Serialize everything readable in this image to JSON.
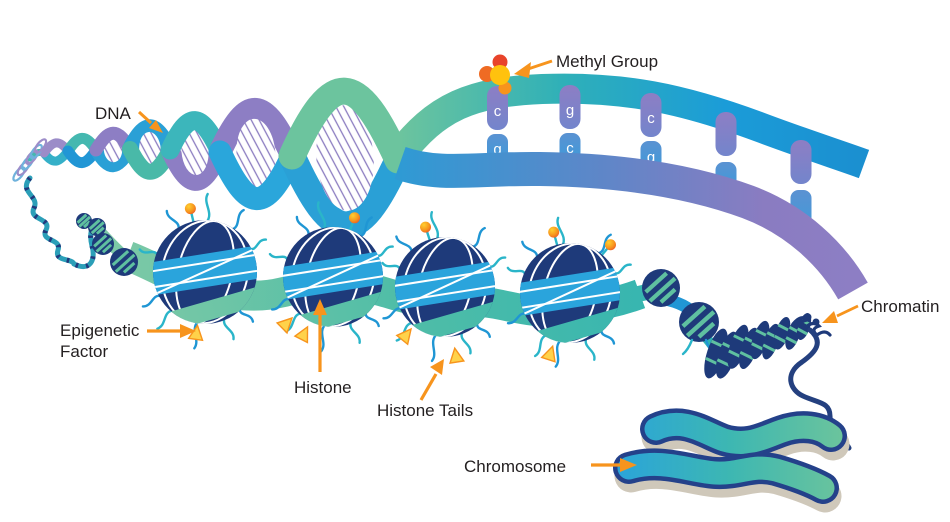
{
  "figure": {
    "type": "biology-diagram",
    "subject": "Epigenetics: DNA methylation, histones, chromatin and chromosome"
  },
  "labels": {
    "dna": "DNA",
    "methyl_group": "Methyl Group",
    "epigenetic_factor": [
      "Epigenetic",
      "Factor"
    ],
    "histone": "Histone",
    "histone_tails": "Histone Tails",
    "chromatin": "Chromatin",
    "chromosome": "Chromosome"
  },
  "dna_ladder": {
    "rungs": [
      {
        "top": "c",
        "bottom": "g"
      },
      {
        "top": "g",
        "bottom": "c"
      },
      {
        "top": "c",
        "bottom": "g"
      },
      {
        "top": "",
        "bottom": ""
      },
      {
        "top": "",
        "bottom": ""
      }
    ]
  },
  "colors": {
    "arrow": "#F7941D",
    "label_text": "#231F20",
    "dna_teal": "#2FB3B8",
    "dna_blue": "#1E9AD6",
    "dna_purple": "#8D7EC4",
    "histone_navy": "#1E3A7A",
    "histone_blue": "#2AA4DC",
    "ribbon_green": "#5FC0A0",
    "methyl_yellow": "#FFC20E",
    "methyl_red": "#E8432A",
    "factor_yellow": "#FFD24A",
    "chromosome_outline": "#24418A",
    "chromosome_shadow": "#CFC8BA"
  }
}
